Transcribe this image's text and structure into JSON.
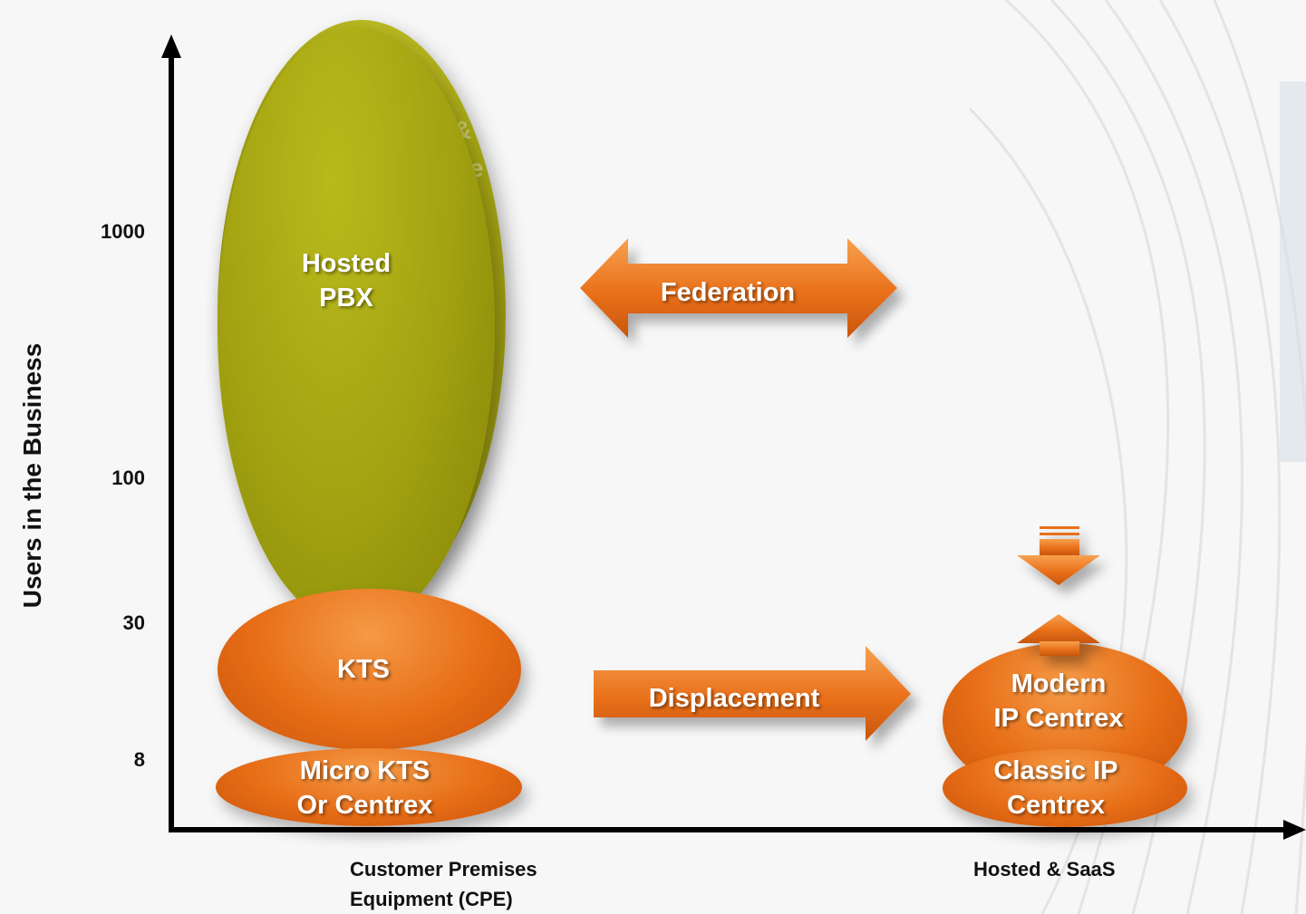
{
  "axes": {
    "y_label": "Users in the Business",
    "y_ticks": [
      "1000",
      "100",
      "30",
      "8"
    ],
    "x_categories": {
      "left_line1": "Customer Premises",
      "left_line2": "Equipment (CPE)",
      "right": "Hosted & SaaS"
    }
  },
  "shapes": {
    "hosted_pbx": {
      "line1": "Hosted",
      "line2": "PBX"
    },
    "hidden_fragment": {
      "line1": "&",
      "line2": "e"
    },
    "kts": "KTS",
    "micro_kts": {
      "line1": "Micro KTS",
      "line2": "Or Centrex"
    },
    "modern_ip": {
      "line1": "Modern",
      "line2": "IP Centrex"
    },
    "classic_ip": {
      "line1": "Classic IP",
      "line2": "Centrex"
    }
  },
  "arrows": {
    "federation": "Federation",
    "displacement": "Displacement"
  },
  "colors": {
    "green": "#a5a513",
    "orange": "#e8701a",
    "axis": "#000000",
    "label_text": "#ffffff"
  }
}
